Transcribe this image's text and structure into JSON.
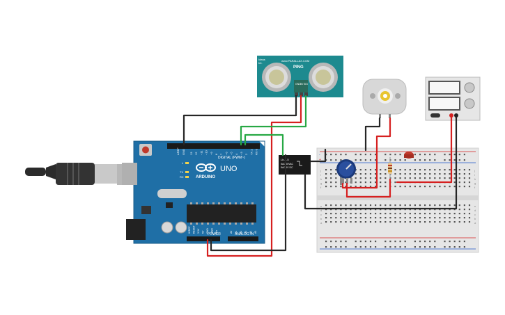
{
  "ultrasonic": {
    "brand": "www.PARALLAX.COM",
    "model": "PING",
    "pin_labels": [
      "GND",
      "5V",
      "SIG"
    ],
    "left_note_1": "Ideas",
    "left_note_2": "Int."
  },
  "arduino": {
    "aref_label": "AREF",
    "gnd_label": "GND",
    "digital_pin_labels": [
      "13",
      "12",
      "~11",
      "~10",
      "~9",
      "8",
      "7",
      "~6",
      "~5",
      "4",
      "~3",
      "2",
      "TX 1",
      "RX 0"
    ],
    "digital_header": "DIGITAL (PWM~)",
    "model_label": "UNO",
    "brand_label": "ARDUINO",
    "led_labels": [
      "L",
      "TX",
      "RX"
    ],
    "power_header": "POWER",
    "analog_header": "ANALOG IN",
    "power_pin_labels": [
      "IOREF",
      "RESET",
      "3.3V",
      "5V",
      "GND",
      "GND",
      "Vin"
    ],
    "analog_pin_labels": [
      "A0",
      "A1",
      "A2",
      "A3",
      "A4",
      "A5"
    ]
  },
  "relay": {
    "line1": "Lb-1-5",
    "line2": "5A/250VAC",
    "line3": "5A/24V DC"
  },
  "breadboard": {
    "rail_plus": "+",
    "rail_minus": "-",
    "row_letters": [
      "a",
      "b",
      "c",
      "d",
      "e",
      "f",
      "g",
      "h",
      "i",
      "j"
    ]
  },
  "colors": {
    "arduino_board": "#1f6fa6",
    "sensor_board": "#1d8a8f",
    "wire_red": "#d62020",
    "wire_black": "#262626",
    "wire_green": "#27a844",
    "breadboard": "#e6e6e6",
    "motor_shaft": "#e8c530"
  }
}
